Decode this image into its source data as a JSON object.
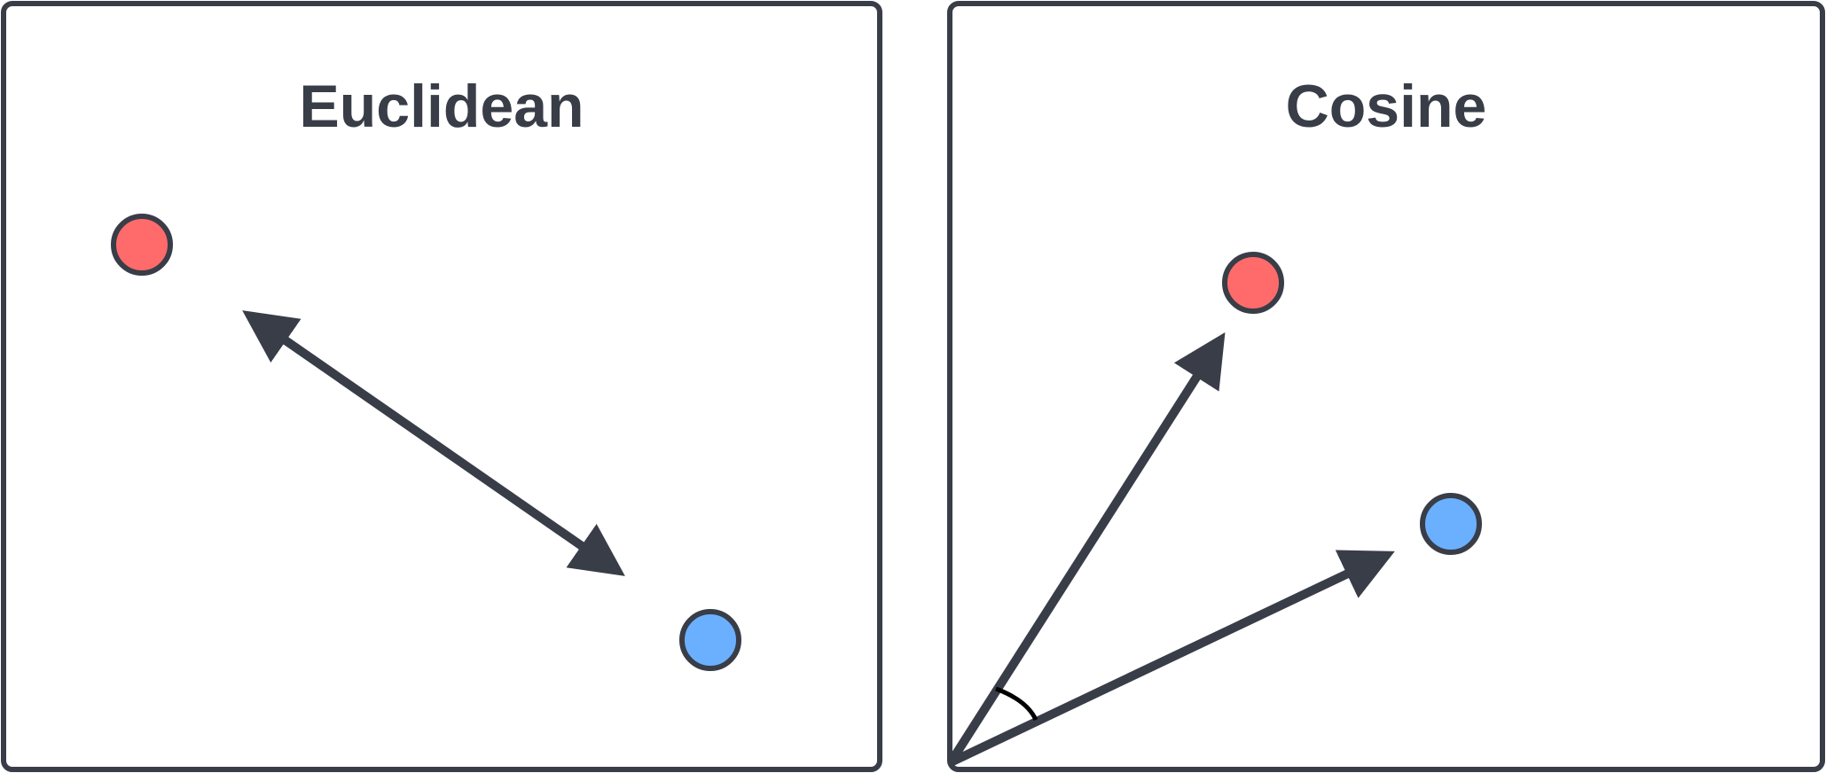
{
  "colors": {
    "stroke": "#383d47",
    "point_a": "#ff6b6b",
    "point_b": "#6bb0ff",
    "angle_arc": "#000000",
    "background": "#ffffff"
  },
  "panels": [
    {
      "id": "euclidean",
      "title": "Euclidean"
    },
    {
      "id": "cosine",
      "title": "Cosine"
    }
  ]
}
